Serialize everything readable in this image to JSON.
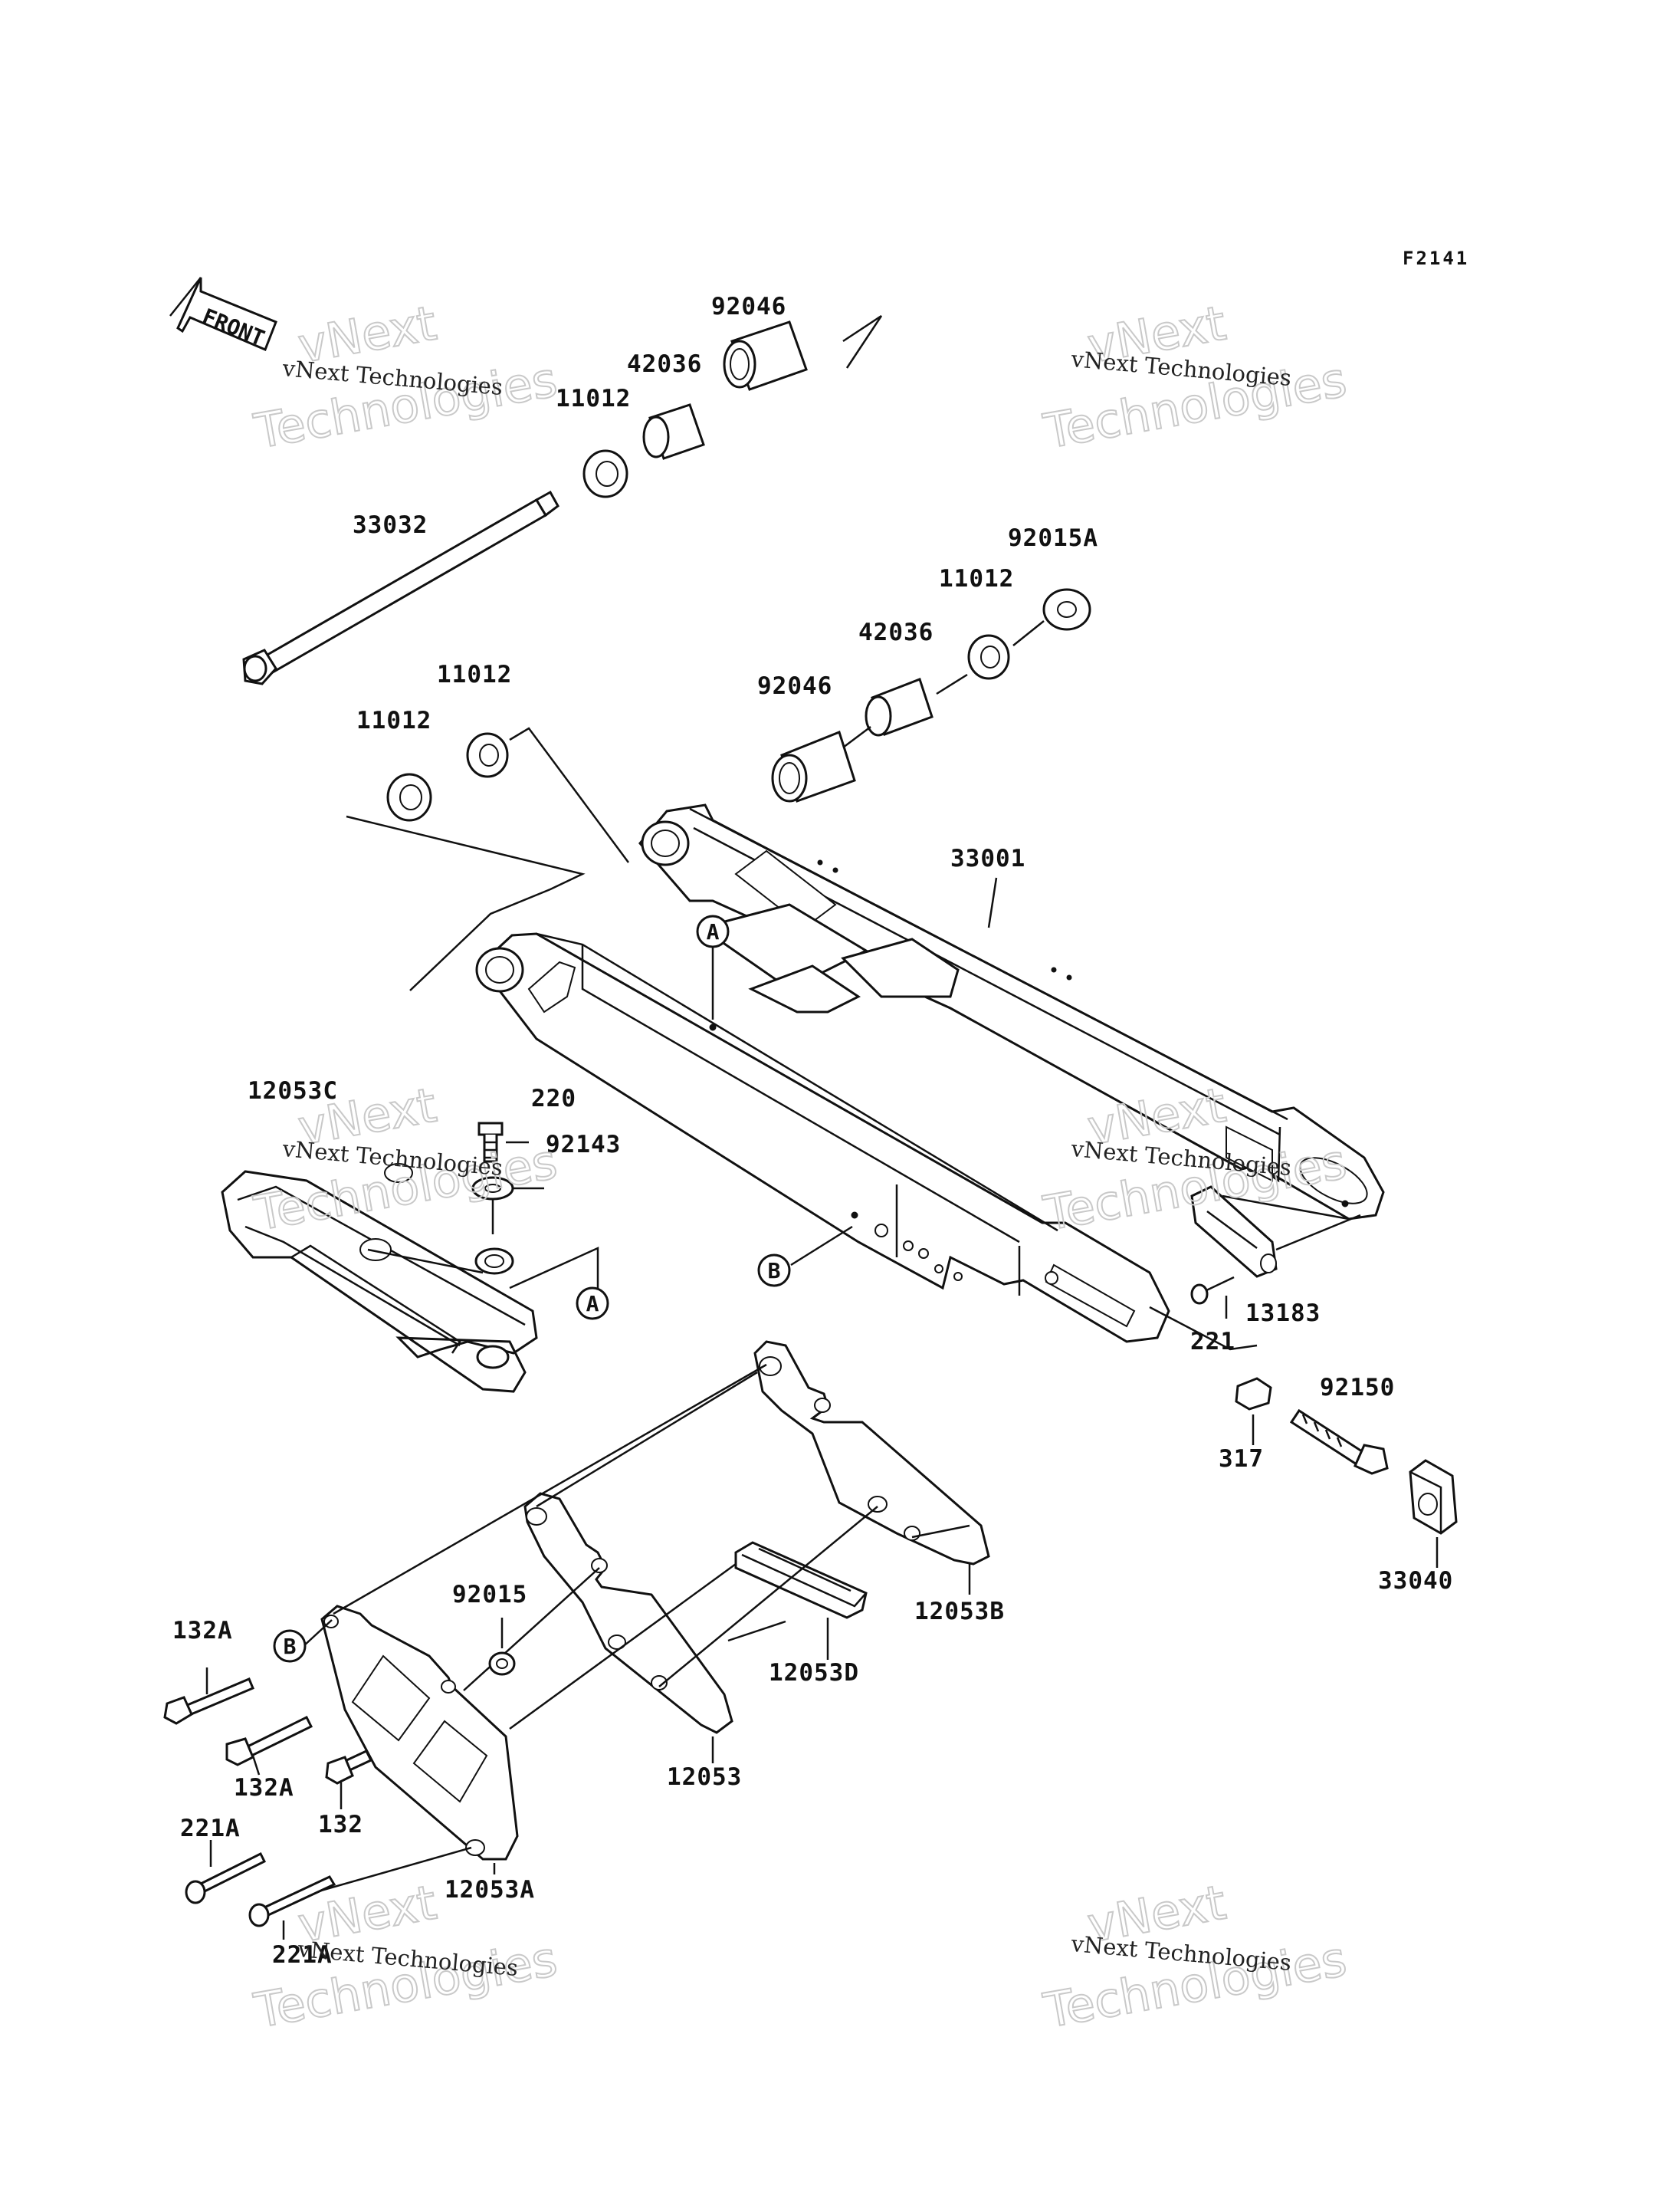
{
  "diagram_code": "F2141",
  "front_label": "FRONT",
  "callouts": {
    "a": "A",
    "b": "B"
  },
  "watermark": {
    "brand": "vNext Technologies",
    "stamp_top": "vNext",
    "stamp_bottom": "Technologies"
  },
  "parts": {
    "p92046_top": "92046",
    "p42036_top": "42036",
    "p11012_top": "11012",
    "p33032": "33032",
    "p92015A": "92015A",
    "p11012_r": "11012",
    "p42036_r": "42036",
    "p92046_r": "92046",
    "p11012_l1": "11012",
    "p11012_l2": "11012",
    "p33001": "33001",
    "p12053C": "12053C",
    "p220": "220",
    "p92143": "92143",
    "p13183": "13183",
    "p221": "221",
    "p92150": "92150",
    "p317": "317",
    "p33040": "33040",
    "p12053B": "12053B",
    "p12053D": "12053D",
    "p92015": "92015",
    "p12053": "12053",
    "p132A_1": "132A",
    "p132A_2": "132A",
    "p132": "132",
    "p221A_1": "221A",
    "p221A_2": "221A",
    "p12053A": "12053A"
  }
}
